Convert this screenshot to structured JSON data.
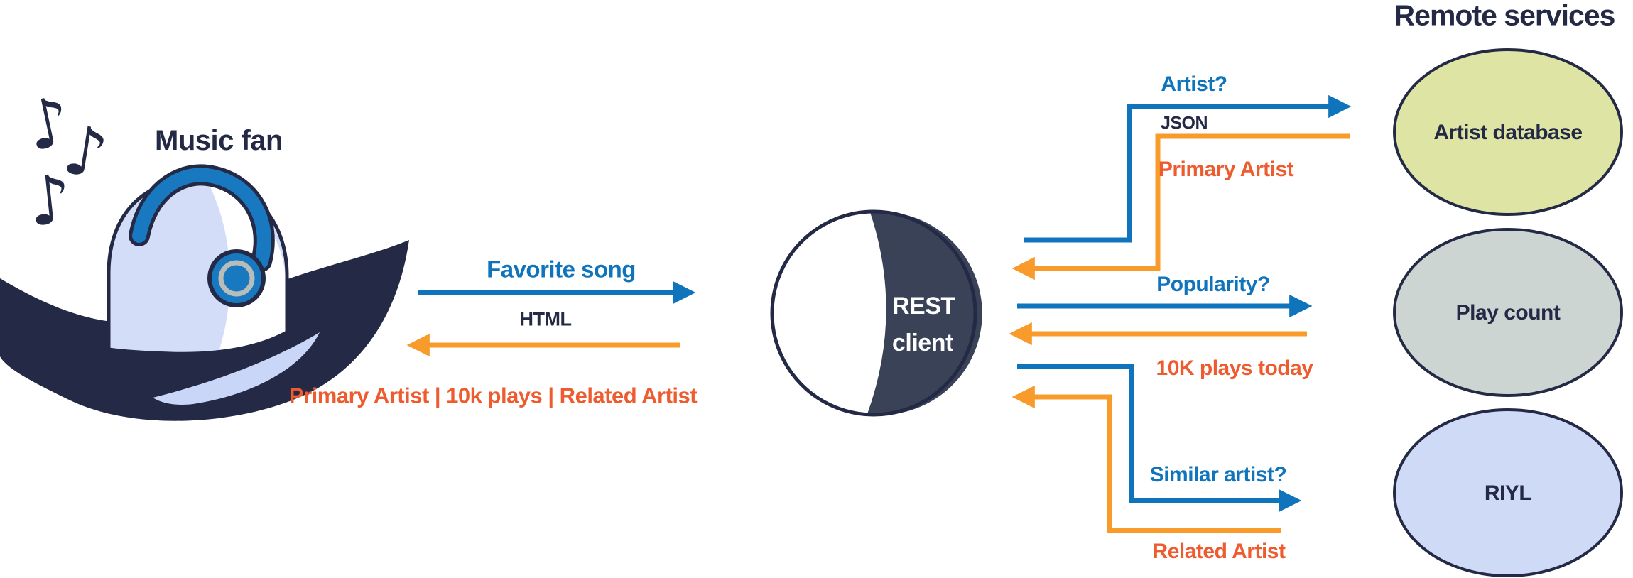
{
  "titles": {
    "music_fan": "Music fan",
    "remote_services": "Remote services"
  },
  "rest_client": {
    "line1": "REST",
    "line2": "client"
  },
  "fan_exchange": {
    "request": "Favorite song",
    "format": "HTML",
    "response": "Primary Artist | 10k plays | Related Artist"
  },
  "service_exchanges": {
    "artist": {
      "request": "Artist?",
      "format": "JSON",
      "response": "Primary Artist"
    },
    "popularity": {
      "request": "Popularity?",
      "response": "10K plays today"
    },
    "similar": {
      "request": "Similar artist?",
      "response": "Related Artist"
    }
  },
  "remote_services": {
    "items": [
      {
        "label": "Artist database"
      },
      {
        "label": "Play count"
      },
      {
        "label": "RIYL"
      }
    ]
  },
  "icons": {
    "music_note": "♪"
  },
  "colors": {
    "navy": "#242a45",
    "slate_fill": "#3a4258",
    "request_blue": "#0f74bc",
    "response_orange_arrow": "#f89b2b",
    "response_orange_text": "#ee5b2e",
    "head_light": "#d3ddf8",
    "headphone_blue": "#1878c0",
    "artist_db_fill": "#dde4a4",
    "play_count_fill": "#ccd5d2",
    "riyl_fill": "#cedaf6"
  }
}
